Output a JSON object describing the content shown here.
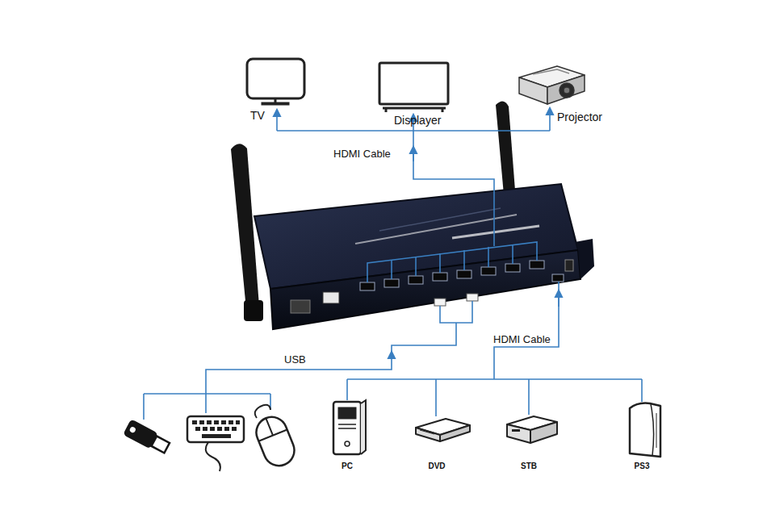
{
  "diagram": {
    "nodes": [
      {
        "text": [
          "TV"
        ]
      },
      {
        "text": [
          "Displayer"
        ]
      },
      {
        "text": [
          "Projector"
        ]
      },
      {
        "text": [
          "PC"
        ]
      },
      {
        "text": [
          "DVD"
        ]
      },
      {
        "text": [
          "STB"
        ]
      },
      {
        "text": [
          "PS3"
        ]
      }
    ],
    "labels": [
      "HDMI Cable",
      "USB",
      "HDMI Cable"
    ]
  }
}
